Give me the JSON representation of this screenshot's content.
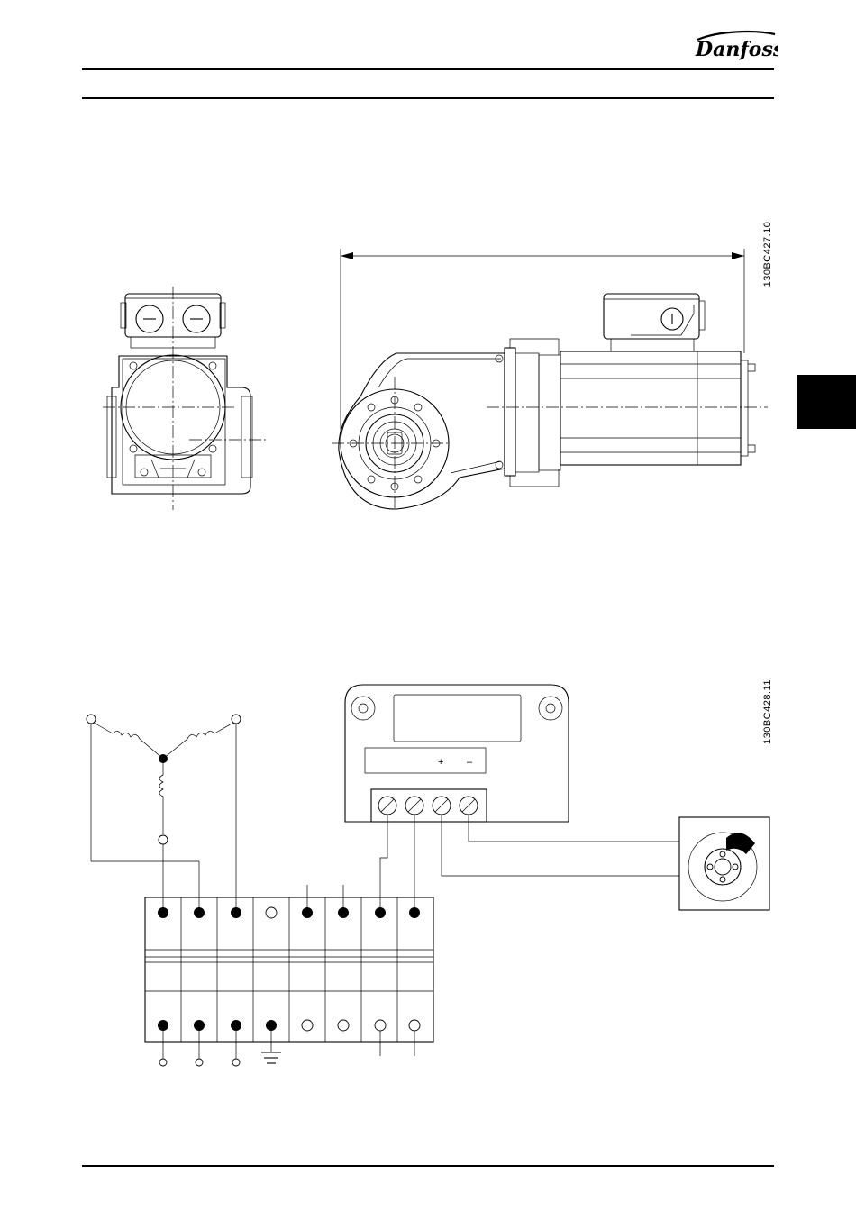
{
  "header": {
    "brand": "Danfoss"
  },
  "figures": [
    {
      "id": "130BC427.10"
    },
    {
      "id": "130BC428.11"
    }
  ],
  "brake_rectifier": {
    "terminal_plus": "+",
    "terminal_minus": "–"
  },
  "colors": {
    "line": "#000000",
    "background": "#ffffff",
    "chapter_tab": "#000000"
  }
}
